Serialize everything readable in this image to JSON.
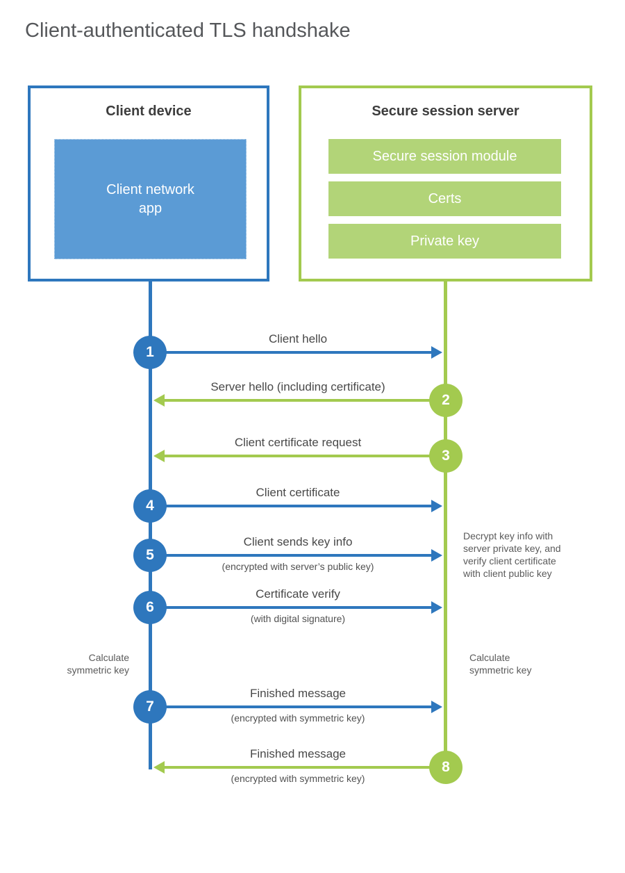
{
  "page": {
    "title": "Client-authenticated TLS handshake"
  },
  "client_box": {
    "title": "Client device",
    "app_label": "Client network\napp"
  },
  "server_box": {
    "title": "Secure session server",
    "modules": [
      "Secure session module",
      "Certs",
      "Private key"
    ]
  },
  "messages": [
    {
      "num": "1",
      "direction": "client-to-server",
      "title": "Client hello",
      "subtitle": ""
    },
    {
      "num": "2",
      "direction": "server-to-client",
      "title": "Server hello (including certificate)",
      "subtitle": ""
    },
    {
      "num": "3",
      "direction": "server-to-client",
      "title": "Client certificate request",
      "subtitle": ""
    },
    {
      "num": "4",
      "direction": "client-to-server",
      "title": "Client certificate",
      "subtitle": ""
    },
    {
      "num": "5",
      "direction": "client-to-server",
      "title": "Client sends key info",
      "subtitle": "(encrypted with server’s public key)"
    },
    {
      "num": "6",
      "direction": "client-to-server",
      "title": "Certificate verify",
      "subtitle": "(with digital signature)"
    },
    {
      "num": "7",
      "direction": "client-to-server",
      "title": "Finished message",
      "subtitle": "(encrypted with symmetric key)"
    },
    {
      "num": "8",
      "direction": "server-to-client",
      "title": "Finished message",
      "subtitle": "(encrypted with symmetric key)"
    }
  ],
  "notes": {
    "decrypt": "Decrypt key info with\nserver private key, and\nverify client certificate\nwith client public key",
    "calc_left": "Calculate\nsymmetric key",
    "calc_right": "Calculate\nsymmetric key"
  },
  "colors": {
    "blue": "#2e77bd",
    "blue_fill": "#5b9bd5",
    "green": "#a3ca4f",
    "green_fill": "#b2d478"
  }
}
